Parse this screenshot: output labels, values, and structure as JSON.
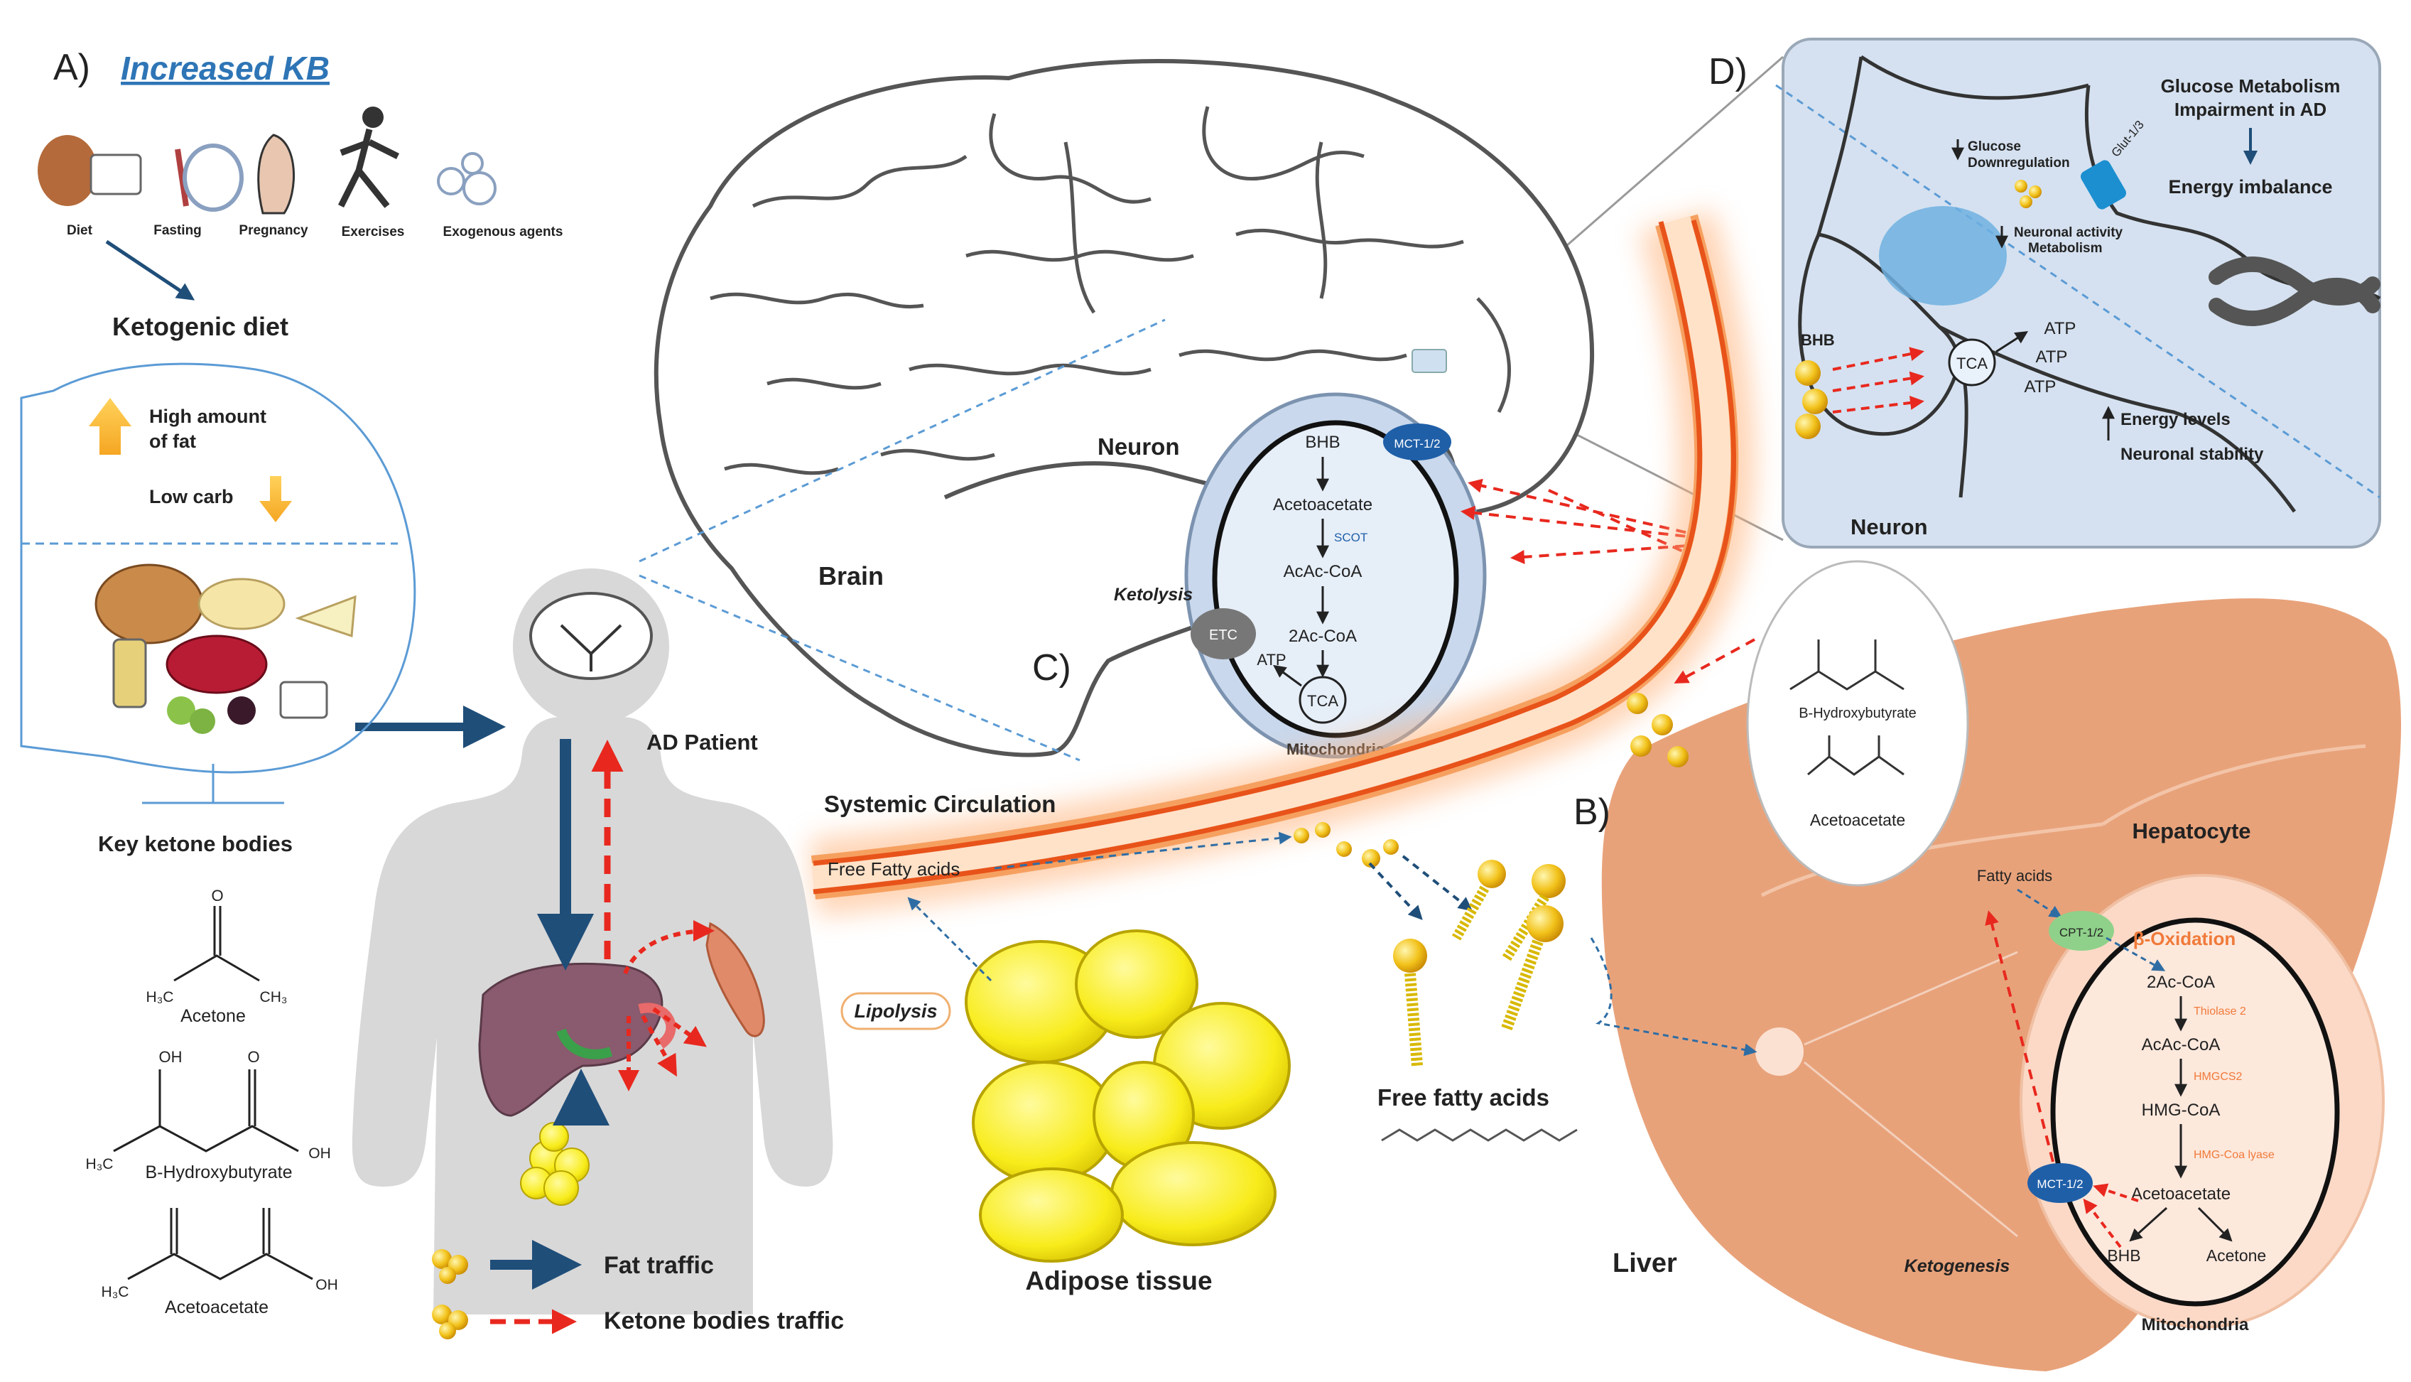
{
  "panel_a": {
    "letter": "A)",
    "heading": "Increased KB",
    "sources": [
      "Diet",
      "Fasting",
      "Pregnancy",
      "Exercises",
      "Exogenous agents"
    ],
    "ketogenic_diet": "Ketogenic diet",
    "high_fat_line1": "High amount",
    "high_fat_line2": "of fat",
    "low_carb": "Low carb",
    "key_ketone_bodies": "Key ketone bodies",
    "acetone": "Acetone",
    "bhb": "B-Hydroxybutyrate",
    "acetoacetate": "Acetoacetate",
    "atom_h3c": "H₃C",
    "atom_ch3": "CH₃",
    "atom_oh": "OH",
    "atom_o": "O"
  },
  "body": {
    "ad_patient": "AD Patient",
    "legend_fat": "Fat traffic",
    "legend_ketone": "Ketone bodies traffic"
  },
  "brain": {
    "label": "Brain",
    "neuron": "Neuron",
    "panel_c": "C)",
    "ketolysis": "Ketolysis",
    "mct": "MCT-1/2",
    "bhb": "BHB",
    "acetoacetate": "Acetoacetate",
    "scot": "SCOT",
    "acac_coa": "AcAc-CoA",
    "two_ac_coa": "2Ac-CoA",
    "etc": "ETC",
    "atp": "ATP",
    "tca": "TCA",
    "mitochondria": "Mitochondria"
  },
  "circulation": {
    "systemic": "Systemic Circulation",
    "ffa_label": "Free Fatty acids",
    "lipolysis": "Lipolysis",
    "adipose": "Adipose tissue",
    "ffa_bottom": "Free fatty acids"
  },
  "panel_d": {
    "letter": "D)",
    "glucose_line1": "Glucose Metabolism",
    "glucose_line2": "Impairment in AD",
    "energy_imbalance": "Energy imbalance",
    "glucose_down1": "Glucose",
    "glucose_down2": "Downregulation",
    "glut": "Glut-1/3",
    "neuronal1": "Neuronal activity",
    "neuronal2": "Metabolism",
    "bhb": "BHB",
    "tca": "TCA",
    "atp": "ATP",
    "energy_levels": "Energy levels",
    "neuronal_stability": "Neuronal stability",
    "neuron": "Neuron"
  },
  "panel_b": {
    "letter": "B)",
    "bhb_name": "B-Hydroxybutyrate",
    "acetoacetate_name": "Acetoacetate",
    "hepatocyte": "Hepatocyte",
    "fatty_acids": "Fatty acids",
    "cpt": "CPT-1/2",
    "beta_ox": "β-Oxidation",
    "two_ac_coa": "2Ac-CoA",
    "thiolase": "Thiolase 2",
    "acac_coa": "AcAc-CoA",
    "hmgcs2": "HMGCS2",
    "hmg_coa": "HMG-CoA",
    "hmg_lyase": "HMG-Coa lyase",
    "acetoacetate": "Acetoacetate",
    "mct": "MCT-1/2",
    "bhb": "BHB",
    "acetone": "Acetone",
    "ketogenesis": "Ketogenesis",
    "mitochondria": "Mitochondria",
    "liver": "Liver"
  },
  "colors": {
    "navy": "#1f4e79",
    "red_dash": "#e8281e",
    "artery": "#e8531a",
    "liver": "#e8a27a",
    "cell_blue": "#c9d8ec",
    "fat_yellow": "#f7ee1e"
  }
}
